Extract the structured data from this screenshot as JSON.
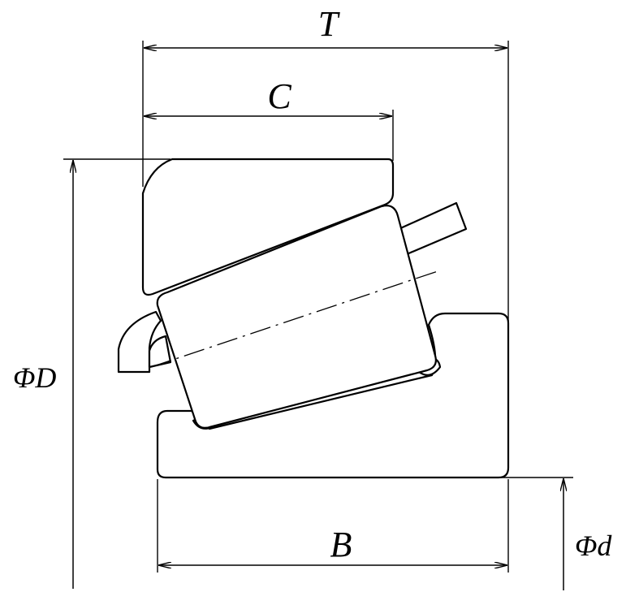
{
  "labels": {
    "T": "T",
    "C": "C",
    "D": "ΦD",
    "B": "B",
    "d": "Φd"
  },
  "colors": {
    "stroke": "#000000",
    "background": "#ffffff"
  }
}
